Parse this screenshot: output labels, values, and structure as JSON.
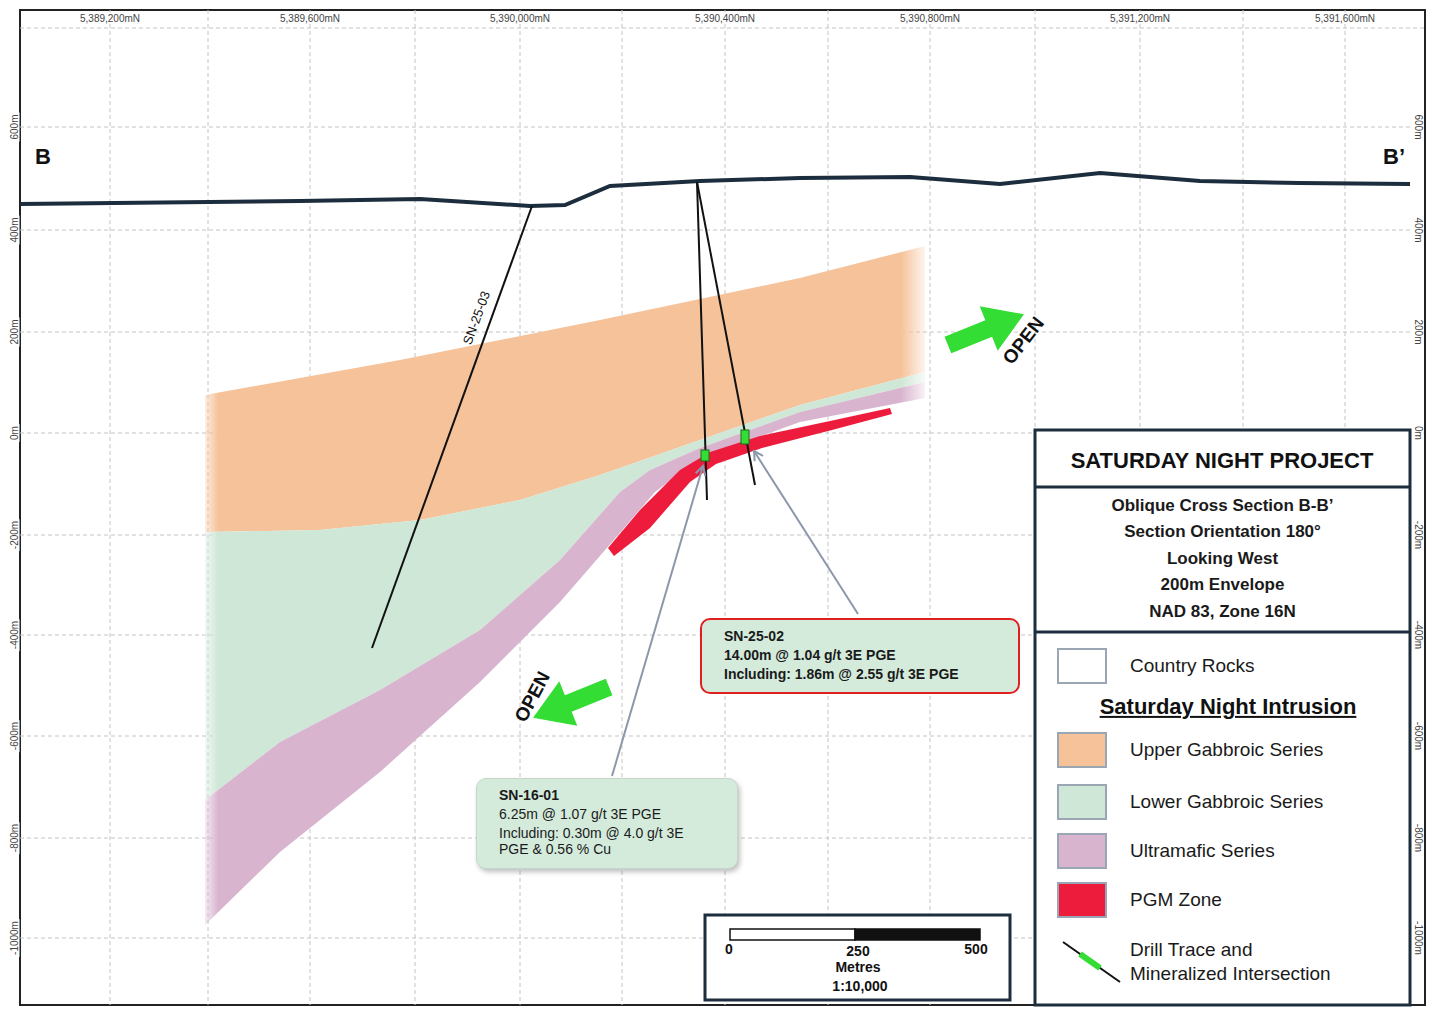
{
  "diagram": {
    "title": "SATURDAY NIGHT PROJECT",
    "nodes": [
      {
        "text": [
          "Oblique Cross Section B-B’",
          "Section Orientation 180°",
          "Looking West",
          "200m Envelope",
          "NAD 83, Zone 16N"
        ]
      },
      {
        "text": [
          "SN-25-02",
          "14.00m @ 1.04 g/t 3E PGE",
          "Including: 1.86m @ 2.55 g/t 3E PGE"
        ]
      },
      {
        "text": [
          "SN-16-01",
          "6.25m @ 1.07 g/t 3E PGE",
          "Including: 0.30m @ 4.0 g/t 3E PGE & 0.56 % Cu"
        ]
      }
    ],
    "labels": [
      "5,389,200mN",
      "5,389,600mN",
      "5,390,000mN",
      "5,390,400mN",
      "5,390,800mN",
      "5,391,200mN",
      "5,391,600mN",
      "600m",
      "400m",
      "200m",
      "0m",
      "-200m",
      "-400m",
      "-600m",
      "-800m",
      "-1000m",
      "600m",
      "400m",
      "200m",
      "0m",
      "-200m",
      "-400m",
      "-600m",
      "-800m",
      "-1000m",
      "B",
      "B’",
      "SN-25-03",
      "OPEN",
      "OPEN",
      "Saturday Night Intrusion",
      "0",
      "250",
      "500",
      "Metres",
      "1:10,000"
    ],
    "legend": [
      {
        "text": "Country Rocks",
        "color": "#ffffff"
      },
      {
        "text": "Upper Gabbroic Series",
        "color": "#f6c29a"
      },
      {
        "text": "Lower Gabbroic Series",
        "color": "#cfe7d7"
      },
      {
        "text": "Ultramafic Series",
        "color": "#d9b4cf"
      },
      {
        "text": "PGM Zone",
        "color": "#ee1c3c"
      },
      {
        "text": "Drill Trace and Mineralized Intersection"
      }
    ]
  }
}
